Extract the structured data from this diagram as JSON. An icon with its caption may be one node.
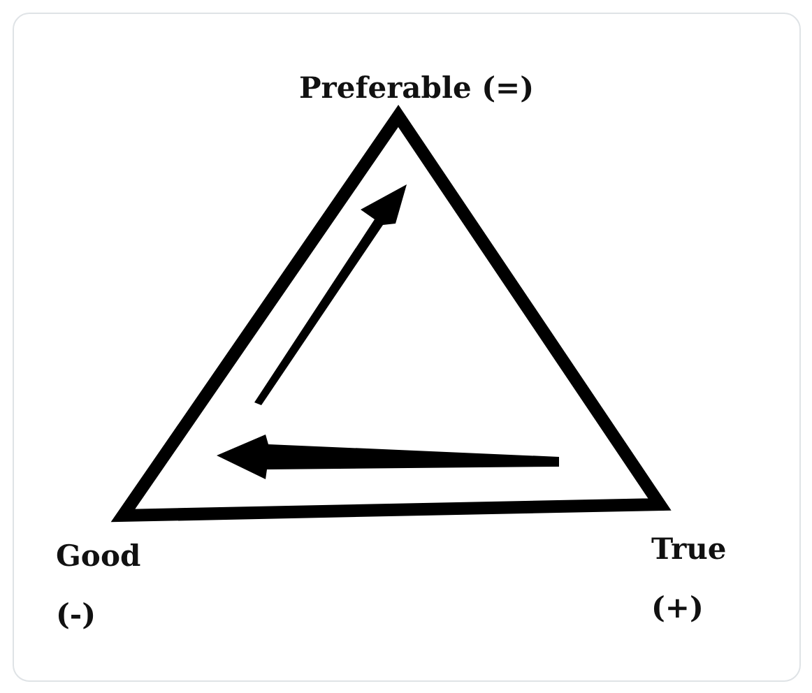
{
  "diagram": {
    "labels": [
      "Preferable (=)",
      "Good (-)",
      "True (+)"
    ]
  }
}
